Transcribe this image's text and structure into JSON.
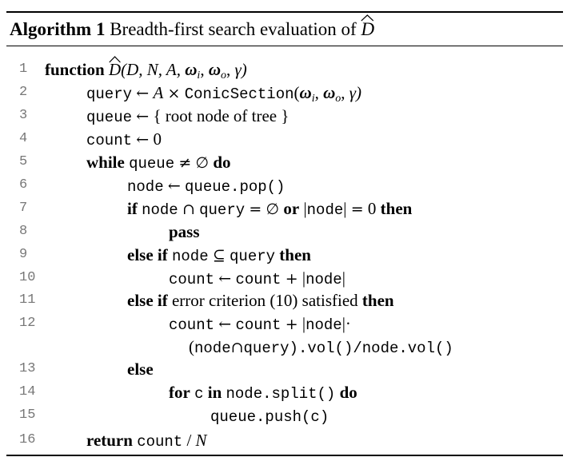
{
  "caption": {
    "label": "Algorithm 1",
    "text": "Breadth-first search evaluation of",
    "symbol": "D"
  },
  "lines": [
    {
      "num": "1",
      "parts": {
        "kw1": "function",
        "fn": "D",
        "args": "(D, N, A, ",
        "w": "ω",
        "i": "i",
        "o": "o",
        "gamma": "γ)"
      }
    },
    {
      "num": "2",
      "parts": {
        "v": "query",
        "arrow": "←",
        "a": "A",
        "times": "×",
        "call": "ConicSection",
        "open": "(",
        "w": "ω",
        "i": "i",
        "o": "o",
        "gamma": "γ)"
      }
    },
    {
      "num": "3",
      "parts": {
        "v": "queue",
        "arrow": "←",
        "text": "{ root node of tree }"
      }
    },
    {
      "num": "4",
      "parts": {
        "v": "count",
        "arrow": "←",
        "zero": "0"
      }
    },
    {
      "num": "5",
      "parts": {
        "kw1": "while",
        "v": "queue",
        "ne": "≠",
        "empty": "∅",
        "kw2": "do"
      }
    },
    {
      "num": "6",
      "parts": {
        "v": "node",
        "arrow": "←",
        "call": "queue.pop()"
      }
    },
    {
      "num": "7",
      "parts": {
        "kw1": "if",
        "v1": "node",
        "cap": "∩",
        "v2": "query",
        "eq": "=",
        "empty": "∅",
        "kw2": "or",
        "bar1": "|",
        "v3": "node",
        "bar2": "|",
        "eq2": "=",
        "zero": "0",
        "kw3": "then"
      }
    },
    {
      "num": "8",
      "parts": {
        "kw1": "pass"
      }
    },
    {
      "num": "9",
      "parts": {
        "kw1": "else if",
        "v1": "node",
        "sub": "⊆",
        "v2": "query",
        "kw2": "then"
      }
    },
    {
      "num": "10",
      "parts": {
        "v1": "count",
        "arrow": "←",
        "v2": "count",
        "plus": "+",
        "bar1": "|",
        "v3": "node",
        "bar2": "|"
      }
    },
    {
      "num": "11",
      "parts": {
        "kw1": "else if",
        "text": "error criterion (10) satisfied",
        "kw2": "then"
      }
    },
    {
      "num": "12",
      "parts": {
        "v1": "count",
        "arrow": "←",
        "v2": "count",
        "plus": "+",
        "bar1": "|",
        "v3": "node",
        "bar2": "|·",
        "cont_open": "(",
        "c1": "node",
        "cap": "∩",
        "c2": "query",
        "cont_rest": ").vol()/node.vol()"
      }
    },
    {
      "num": "13",
      "parts": {
        "kw1": "else"
      }
    },
    {
      "num": "14",
      "parts": {
        "kw1": "for",
        "v": "c",
        "kw2": "in",
        "call": "node.split()",
        "kw3": "do"
      }
    },
    {
      "num": "15",
      "parts": {
        "call": "queue.push(c)"
      }
    },
    {
      "num": "16",
      "parts": {
        "kw1": "return",
        "v": "count",
        "slash": "/",
        "n": "N"
      }
    }
  ]
}
